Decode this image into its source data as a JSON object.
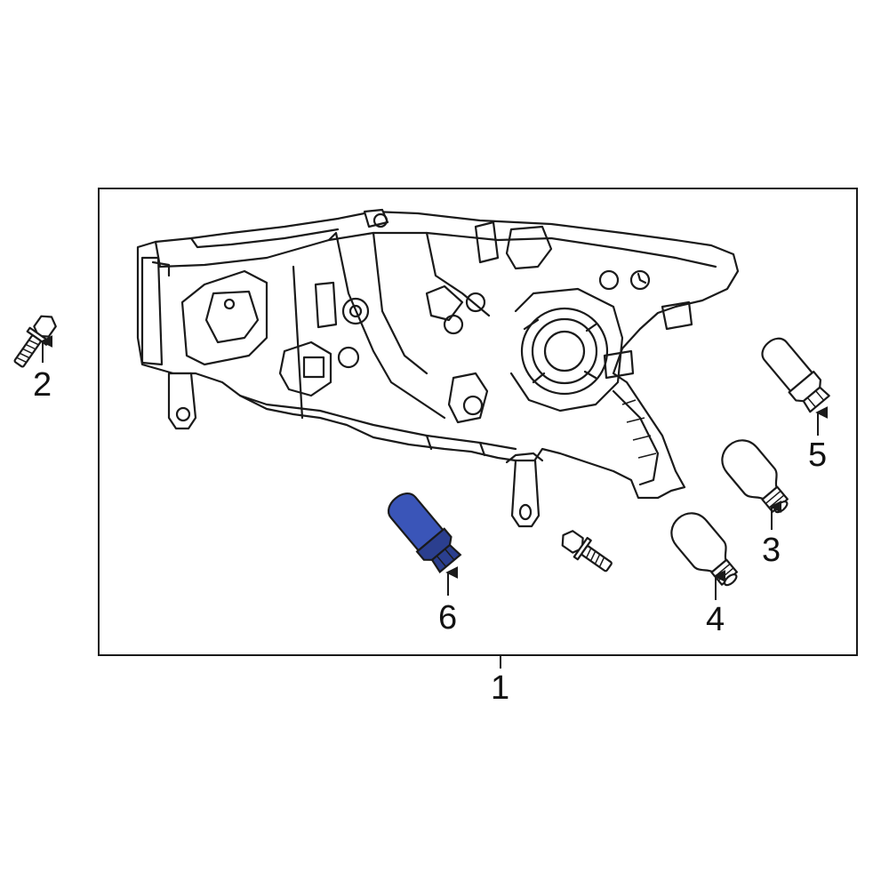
{
  "callouts": {
    "c1": "1",
    "c2": "2",
    "c3": "3",
    "c4": "4",
    "c5": "5",
    "c6": "6"
  },
  "colors": {
    "highlight": "#3a55b8",
    "highlight_shade": "#2b3f8f",
    "line": "#1a1a1a",
    "background": "#ffffff"
  },
  "icons": {
    "headlamp": "headlamp-assembly-icon",
    "bolt": "bolt-icon",
    "bulb": "bulb-icon",
    "wedge_bulb": "wedge-bulb-icon"
  }
}
